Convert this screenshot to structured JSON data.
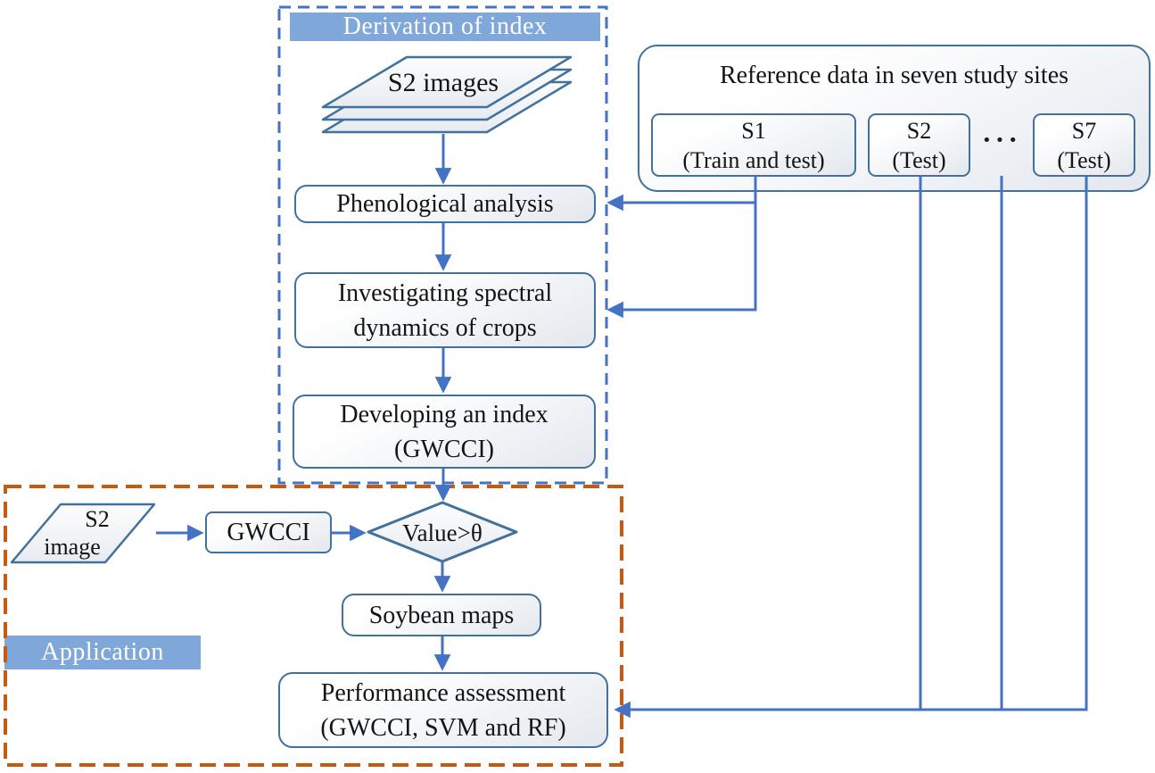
{
  "colors": {
    "line_blue": "#4472C4",
    "outline_blue": "#41719C",
    "header_fill": "#7FA7D9",
    "application_dash_orange": "#C55A11",
    "derivation_dash_blue": "#4472C4",
    "box_fill_top": "#ffffff",
    "box_fill_bottom": "#e4e8ee"
  },
  "derivation": {
    "title": "Derivation of index",
    "s2_images_label": "S2 images",
    "phenological_label": "Phenological analysis",
    "investigating_line1": "Investigating spectral",
    "investigating_line2": "dynamics of crops",
    "developing_line1": "Developing an index",
    "developing_line2": "(GWCCI)"
  },
  "reference": {
    "title": "Reference data in seven study sites",
    "ellipsis": "···",
    "sites": {
      "s1_name": "S1",
      "s1_role": "(Train and test)",
      "s2_name": "S2",
      "s2_role": "(Test)",
      "s7_name": "S7",
      "s7_role": "(Test)"
    }
  },
  "application": {
    "title": "Application",
    "s2_image_line1": "S2",
    "s2_image_line2": "image",
    "gwcci_label": "GWCCI",
    "decision_label": "Value>θ",
    "soybean_label": "Soybean maps",
    "performance_line1": "Performance assessment",
    "performance_line2": "(GWCCI, SVM and RF)"
  }
}
